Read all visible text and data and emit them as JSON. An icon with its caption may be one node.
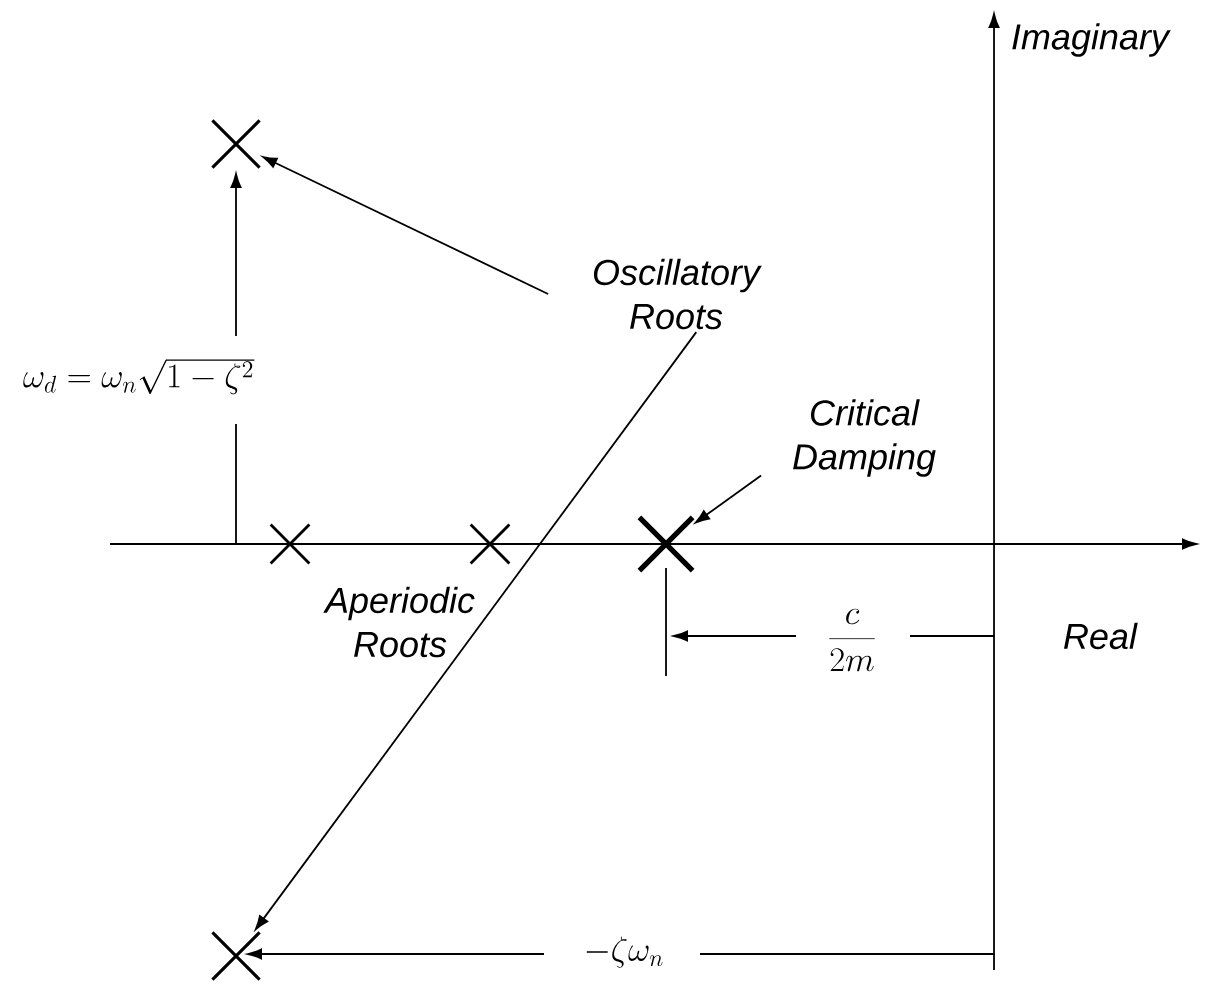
{
  "diagram": {
    "nodes": [
      {
        "text": [],
        "shape": "cross"
      },
      {
        "text": [],
        "shape": "cross"
      },
      {
        "text": [],
        "shape": "cross"
      },
      {
        "text": [],
        "shape": "cross"
      },
      {
        "text": [],
        "shape": "cross"
      },
      {
        "text": [
          "Oscillatory Roots"
        ]
      },
      {
        "text": [
          "Critical Damping"
        ]
      },
      {
        "text": [
          "Aperiodic Roots"
        ]
      }
    ],
    "edges": [
      {
        "from": 5,
        "to": 0,
        "arrow": "to"
      },
      {
        "from": 5,
        "to": 4,
        "arrow": "to"
      },
      {
        "from": 6,
        "to": 3,
        "arrow": "to"
      }
    ],
    "labels": [
      "Imaginary",
      "\\omega_d = \\omega_n\\sqrt{1 - \\zeta^2}",
      "Real",
      "\\frac{c}{2m}",
      "-\\zeta\\omega_n"
    ]
  }
}
